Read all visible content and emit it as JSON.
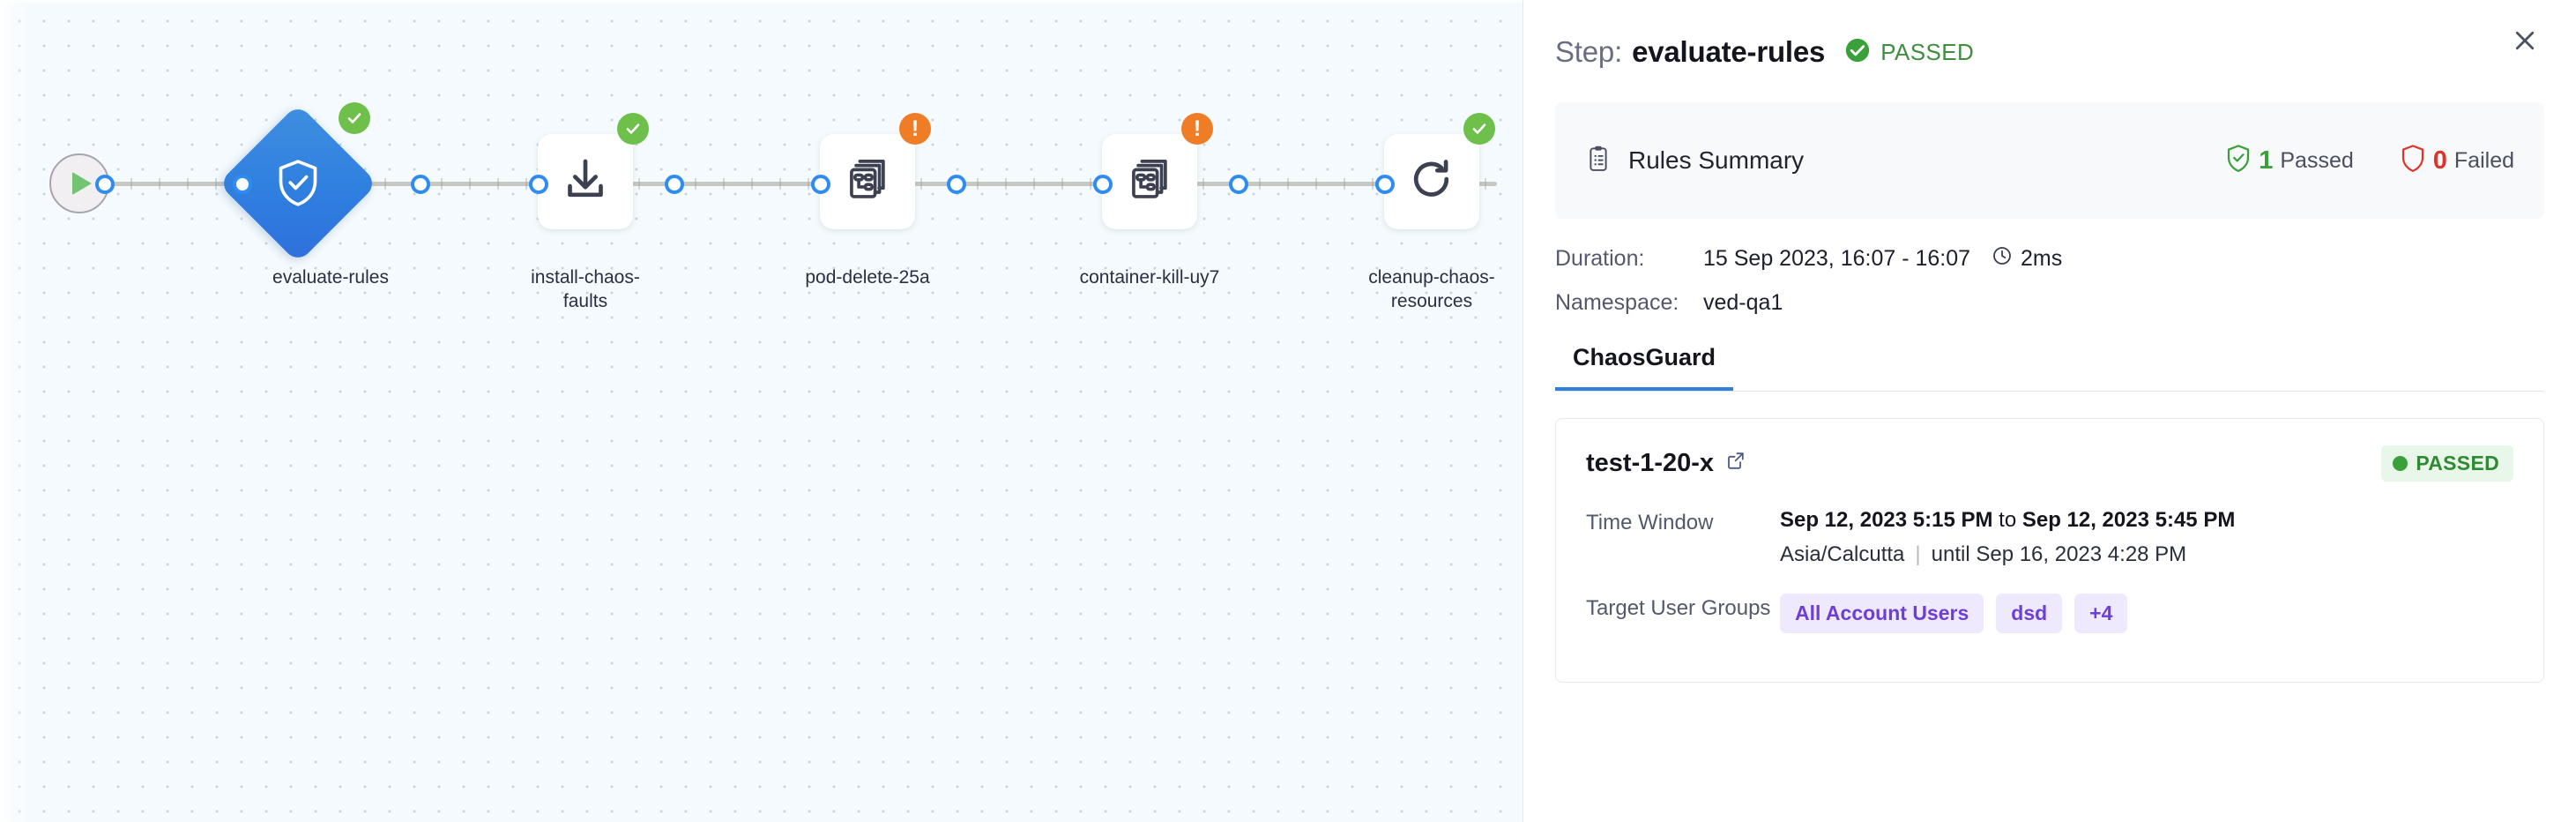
{
  "canvas": {
    "start_node": {
      "icon": "play-icon",
      "label": ""
    },
    "nodes": [
      {
        "label": "evaluate-rules",
        "shape": "diamond",
        "icon": "shield-check-icon",
        "status": "success",
        "selected": true
      },
      {
        "label": "install-chaos-\nfaults",
        "label_line1": "install-chaos-",
        "label_line2": "faults",
        "shape": "box",
        "icon": "download-icon",
        "status": "success",
        "selected": false
      },
      {
        "label": "pod-delete-25a",
        "label_line1": "pod-delete-25a",
        "label_line2": "",
        "shape": "box",
        "icon": "chaos-fault-icon",
        "status": "warning",
        "selected": false
      },
      {
        "label": "container-kill-uy7",
        "label_line1": "container-kill-uy7",
        "label_line2": "",
        "shape": "box",
        "icon": "chaos-fault-icon",
        "status": "warning",
        "selected": false
      },
      {
        "label": "cleanup-chaos-resources",
        "label_line1": "cleanup-chaos-",
        "label_line2": "resources",
        "shape": "box",
        "icon": "refresh-icon",
        "status": "success",
        "selected": false
      }
    ]
  },
  "panel": {
    "title_prefix": "Step:",
    "title_name": "evaluate-rules",
    "status_label": "PASSED",
    "status_icon": "check-circle-icon",
    "close_icon": "close-icon",
    "rules_summary": {
      "icon": "clipboard-icon",
      "title": "Rules Summary",
      "passed_count": "1",
      "passed_label": "Passed",
      "passed_icon": "shield-check-icon",
      "failed_count": "0",
      "failed_label": "Failed",
      "failed_icon": "shield-outline-icon"
    },
    "details": [
      {
        "key": "Duration:",
        "value": "15 Sep 2023, 16:07 - 16:07",
        "extra_icon": "clock-icon",
        "extra": "2ms"
      },
      {
        "key": "Namespace:",
        "value": "ved-qa1",
        "extra_icon": "",
        "extra": ""
      }
    ],
    "tabs": [
      {
        "label": "ChaosGuard",
        "active": true
      }
    ],
    "card": {
      "title": "test-1-20-x",
      "external_icon": "external-link-icon",
      "status_label": "PASSED",
      "rows": [
        {
          "key": "Time Window",
          "value_prefix": "Sep 12, 2023 5:15 PM",
          "value_mid": "to",
          "value_suffix": "Sep 12, 2023 5:45 PM",
          "sub_tz": "Asia/Calcutta",
          "sub_until": "until Sep 16, 2023 4:28 PM"
        }
      ],
      "target_key": "Target User Groups",
      "target_chips": [
        "All Account Users",
        "dsd",
        "+4"
      ]
    }
  },
  "colors": {
    "accent_blue": "#2f7fe0",
    "success_green": "#6fbf4b",
    "warning_orange": "#ee7d26",
    "chip_purple": "#6d3fd4",
    "canvas_bg": "#f4fafd"
  }
}
